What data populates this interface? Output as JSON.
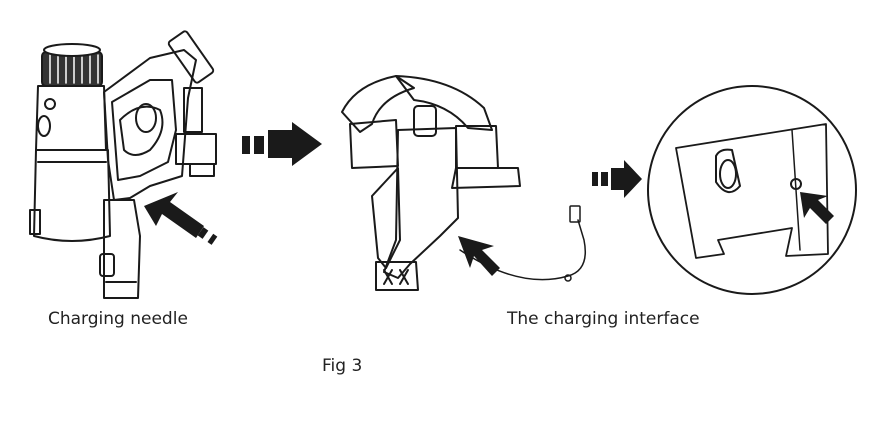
{
  "captions": {
    "charging_needle": "Charging needle",
    "charging_interface": "The charging interface",
    "figure": "Fig 3"
  },
  "illustrations": [
    {
      "name": "vacuum-body",
      "icon": "vacuum-cleaner-icon"
    },
    {
      "name": "wall-mount-bracket",
      "icon": "wall-bracket-icon"
    },
    {
      "name": "charging-port-detail",
      "icon": "magnifier-detail-icon"
    }
  ],
  "colors": {
    "line": "#1a1a1a",
    "background": "#ffffff",
    "text": "#222222"
  }
}
